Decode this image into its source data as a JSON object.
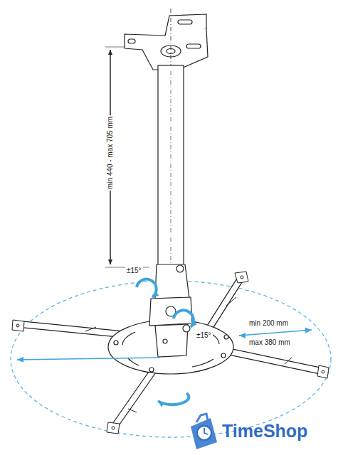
{
  "diagram": {
    "labels": [
      "min 440 - max 705 mm",
      "±15°",
      "±15°",
      "min 200 mm",
      "max 380 mm",
      "TimeShop"
    ]
  }
}
